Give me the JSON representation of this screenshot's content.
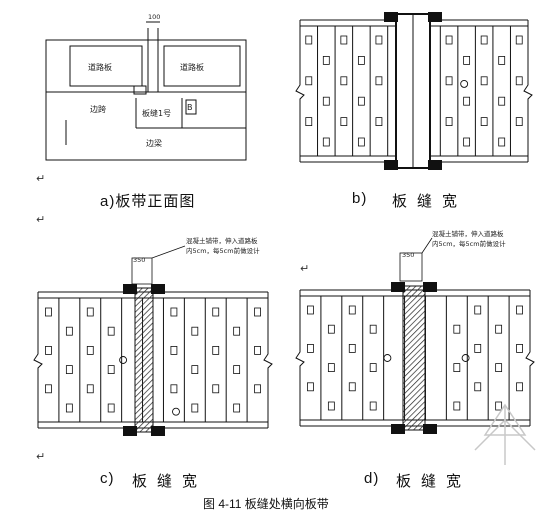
{
  "panel_a": {
    "dim_label": "100",
    "slab_left_label": "道路板",
    "slab_right_label": "道路板",
    "side_label_left": "边跨",
    "inner_label": "板缝1号",
    "small_label": "B",
    "bottom_label": "边梁",
    "caption": "a)板带正面图"
  },
  "panel_b": {
    "caption_letter": "b)",
    "caption_text": "板缝宽"
  },
  "panel_c": {
    "caption_letter": "c)",
    "caption_text": "板缝宽",
    "dim_label": "350",
    "note_lines": [
      "混凝土铺带，伸入道路板",
      "内5cm，每5cm前做设计"
    ]
  },
  "panel_d": {
    "caption_letter": "d)",
    "caption_text": "板缝宽",
    "dim_label": "350",
    "note_lines": [
      "混凝土铺带，伸入道路板",
      "内5cm，每5cm前做设计"
    ]
  },
  "figure_caption": "图 4-11 板缝处横向板带",
  "return_mark": "↵",
  "colors": {
    "line": "#111111",
    "hatch": "#222222",
    "watermark": "#c8c8c8"
  }
}
